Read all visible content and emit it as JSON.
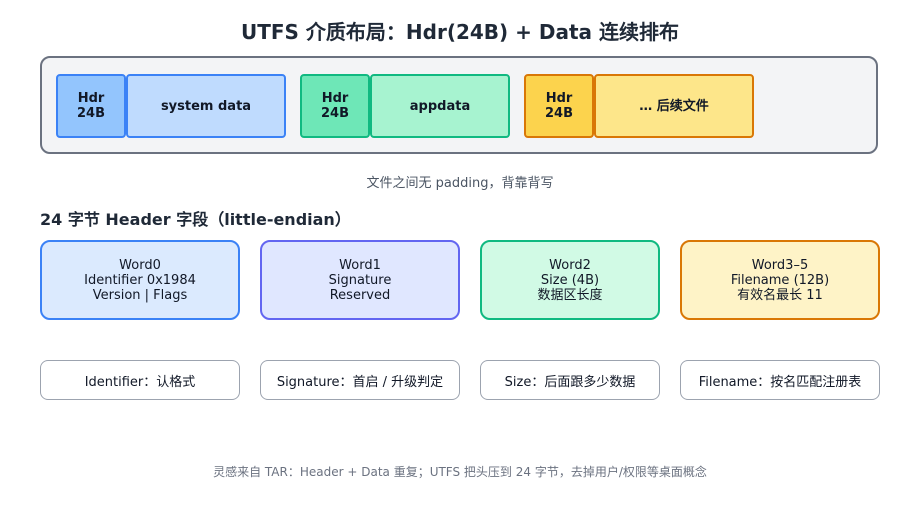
{
  "title": "UTFS 介质布局：Hdr(24B) + Data 连续排布",
  "media_strip": {
    "records": [
      {
        "hdr_line1": "Hdr",
        "hdr_line2": "24B",
        "data_label": "system data"
      },
      {
        "hdr_line1": "Hdr",
        "hdr_line2": "24B",
        "data_label": "appdata"
      },
      {
        "hdr_line1": "Hdr",
        "hdr_line2": "24B",
        "data_label": "… 后续文件"
      }
    ],
    "caption": "文件之间无 padding，背靠背写"
  },
  "header_section": {
    "title": "24 字节 Header 字段（little-endian）",
    "words": [
      {
        "name": "Word0",
        "line2": "Identifier 0x1984",
        "line3": "Version | Flags"
      },
      {
        "name": "Word1",
        "line2": "Signature",
        "line3": "Reserved"
      },
      {
        "name": "Word2",
        "line2": "Size (4B)",
        "line3": "数据区长度"
      },
      {
        "name": "Word3–5",
        "line2": "Filename (12B)",
        "line3": "有效名最长 11"
      }
    ],
    "notes": [
      "Identifier：认格式",
      "Signature：首启 / 升级判定",
      "Size：后面跟多少数据",
      "Filename：按名匹配注册表"
    ]
  },
  "footer": "灵感来自 TAR：Header + Data 重复；UTFS 把头压到 24 字节，去掉用户/权限等桌面概念"
}
